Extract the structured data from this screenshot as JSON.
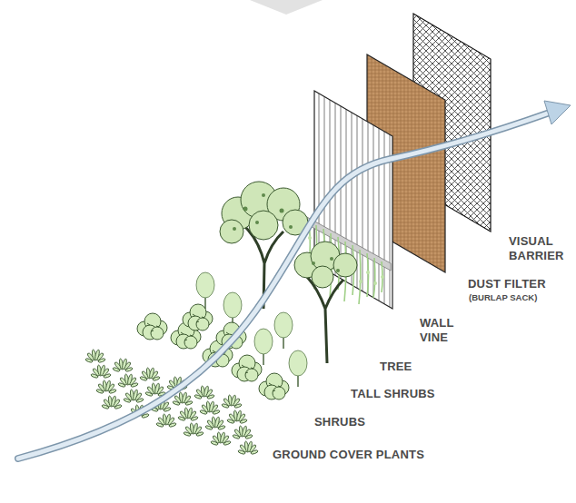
{
  "diagram": {
    "labels": [
      "VISUAL BARRIER",
      "DUST FILTER",
      "(BURLAP SACK)",
      "WALL VINE",
      "TREE",
      "TALL SHRUBS",
      "SHRUBS",
      "GROUND COVER PLANTS"
    ]
  }
}
